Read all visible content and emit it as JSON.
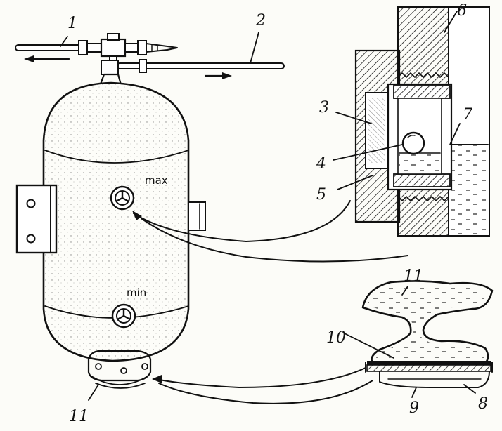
{
  "labels": {
    "l1": "1",
    "l2": "2",
    "l3": "3",
    "l4": "4",
    "l5": "5",
    "l6": "6",
    "l7": "7",
    "l8": "8",
    "l9": "9",
    "l10": "10",
    "l11_membrane": "11",
    "l11_bottom": "11"
  },
  "gauges": {
    "max": "max",
    "min": "min"
  }
}
